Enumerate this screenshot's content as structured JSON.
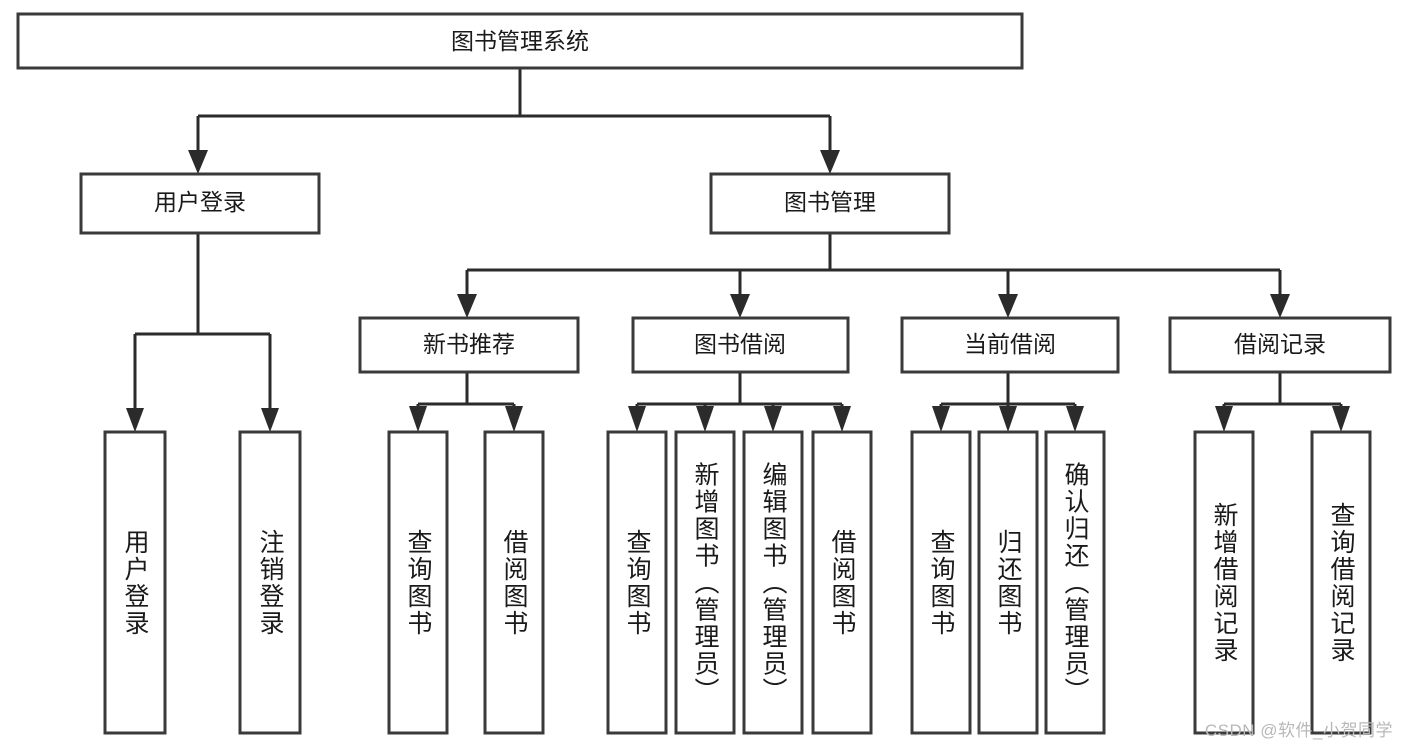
{
  "diagram": {
    "type": "tree-hierarchy-chart",
    "title": "图书管理系统",
    "background_color": "#ffffff",
    "box_stroke_color": "#3a3a3a",
    "connector_color": "#2b2b2b",
    "text_color": "#1a1a1a",
    "root": {
      "id": "root",
      "label": "图书管理系统",
      "orientation": "horizontal"
    },
    "level1": [
      {
        "id": "user-login",
        "label": "用户登录",
        "orientation": "horizontal"
      },
      {
        "id": "book-manage",
        "label": "图书管理",
        "orientation": "horizontal"
      }
    ],
    "level2": [
      {
        "id": "new-book-recommend",
        "label": "新书推荐",
        "orientation": "horizontal",
        "parent": "book-manage"
      },
      {
        "id": "book-borrow",
        "label": "图书借阅",
        "orientation": "horizontal",
        "parent": "book-manage"
      },
      {
        "id": "current-borrow",
        "label": "当前借阅",
        "orientation": "horizontal",
        "parent": "book-manage"
      },
      {
        "id": "borrow-record",
        "label": "借阅记录",
        "orientation": "horizontal",
        "parent": "book-manage"
      }
    ],
    "leaves": {
      "user-login": [
        {
          "id": "leaf-user-login",
          "label": "用户登录",
          "orientation": "vertical"
        },
        {
          "id": "leaf-logout-login",
          "label": "注销登录",
          "orientation": "vertical"
        }
      ],
      "new-book-recommend": [
        {
          "id": "leaf-query-book-1",
          "label": "查询图书",
          "orientation": "vertical"
        },
        {
          "id": "leaf-borrow-book-1",
          "label": "借阅图书",
          "orientation": "vertical"
        }
      ],
      "book-borrow": [
        {
          "id": "leaf-query-book-2",
          "label": "查询图书",
          "orientation": "vertical"
        },
        {
          "id": "leaf-add-book",
          "label": "新增图书（管理员）",
          "orientation": "vertical"
        },
        {
          "id": "leaf-edit-book",
          "label": "编辑图书（管理员）",
          "orientation": "vertical"
        },
        {
          "id": "leaf-borrow-book-2",
          "label": "借阅图书",
          "orientation": "vertical"
        }
      ],
      "current-borrow": [
        {
          "id": "leaf-query-book-3",
          "label": "查询图书",
          "orientation": "vertical"
        },
        {
          "id": "leaf-return-book",
          "label": "归还图书",
          "orientation": "vertical"
        },
        {
          "id": "leaf-confirm-return",
          "label": "确认归还（管理员）",
          "orientation": "vertical"
        }
      ],
      "borrow-record": [
        {
          "id": "leaf-add-borrow-record",
          "label": "新增借阅记录",
          "orientation": "vertical"
        },
        {
          "id": "leaf-query-borrow-record",
          "label": "查询借阅记录",
          "orientation": "vertical"
        }
      ]
    }
  },
  "watermark": {
    "text": "CSDN @软件_小贺同学",
    "color": "#b8b8b8"
  }
}
